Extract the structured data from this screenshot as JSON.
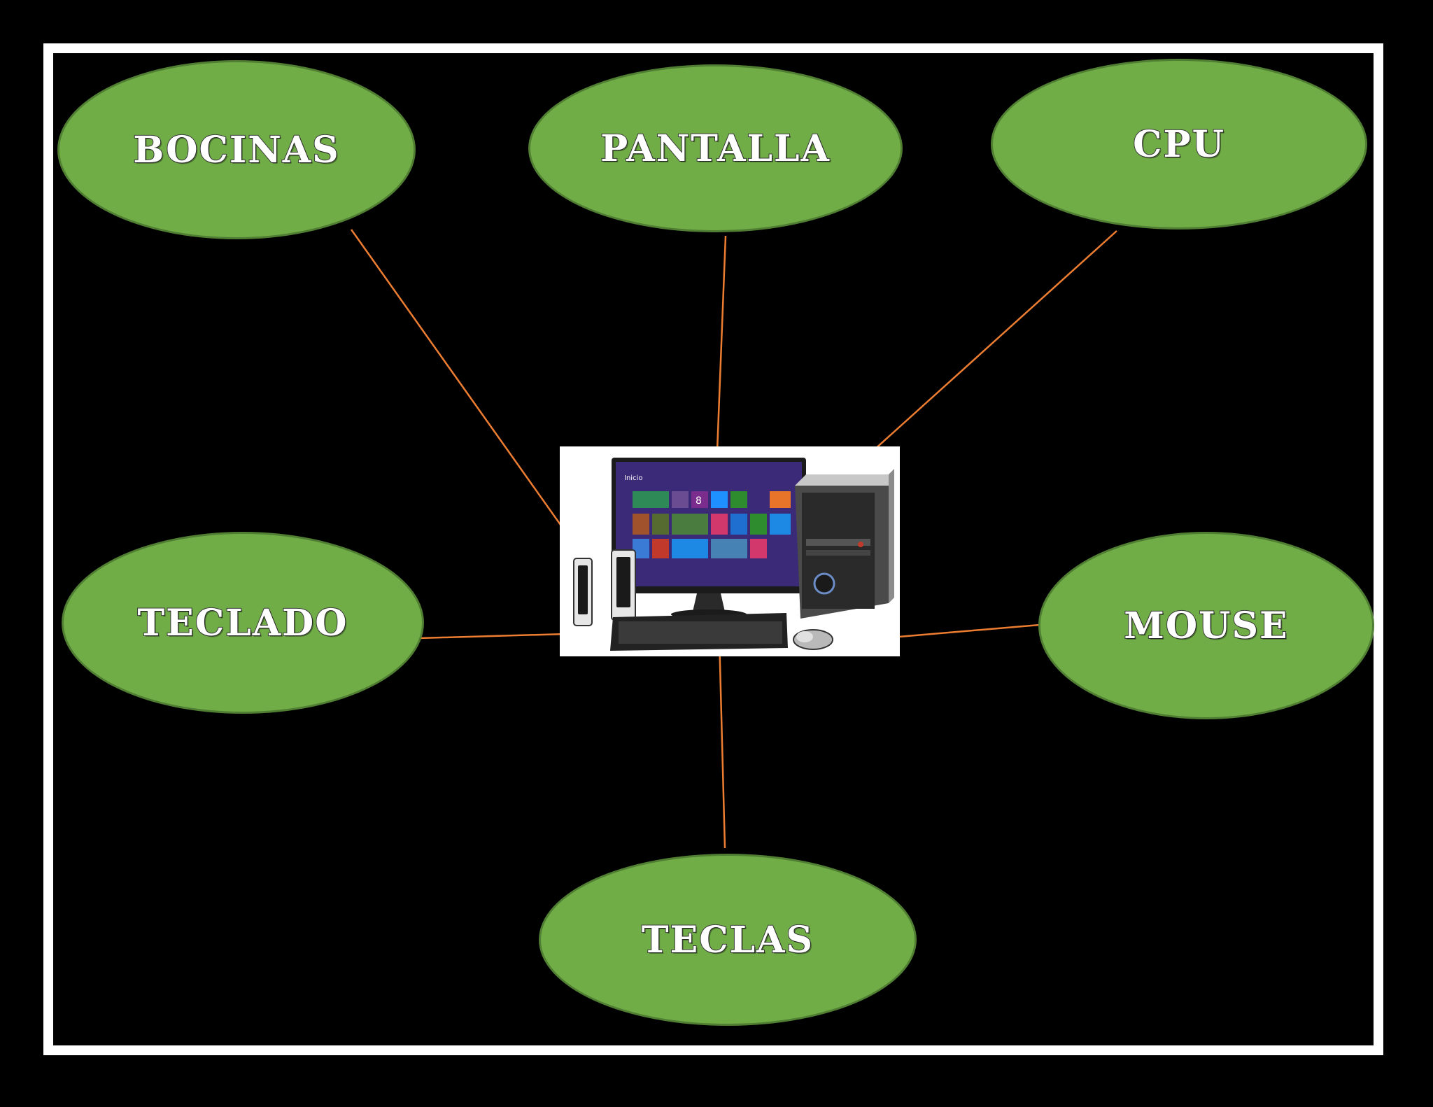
{
  "nodes": {
    "bocinas": "BOCINAS",
    "pantalla": "PANTALLA",
    "cpu": "CPU",
    "teclado": "TECLADO",
    "mouse": "MOUSE",
    "teclas": "TECLAS"
  },
  "screen": {
    "inicio": "Inicio",
    "tile8": "8"
  },
  "colors": {
    "node_fill": "#70ad47",
    "node_border": "#507e32",
    "arrow": "#ed7d31",
    "background": "#000000",
    "frame": "#ffffff"
  }
}
